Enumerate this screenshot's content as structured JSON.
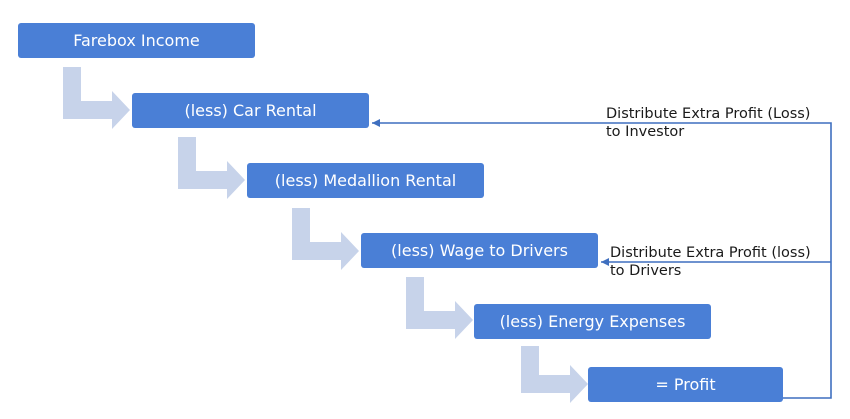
{
  "steps": [
    {
      "label": "Farebox Income"
    },
    {
      "label": "(less) Car Rental"
    },
    {
      "label": "(less) Medallion Rental"
    },
    {
      "label": "(less) Wage to Drivers"
    },
    {
      "label": "(less) Energy Expenses"
    },
    {
      "label": "= Profit"
    }
  ],
  "feedback": {
    "investor": {
      "line1": "Distribute Extra Profit (Loss)",
      "line2": "to Investor"
    },
    "drivers": {
      "line1": "Distribute Extra Profit (loss)",
      "line2": "to Drivers"
    }
  },
  "colors": {
    "box": "#4a7fd6",
    "box_text": "#ffffff",
    "step_arrow": "#c7d3ea",
    "feedback_line": "#3f6fbf"
  }
}
